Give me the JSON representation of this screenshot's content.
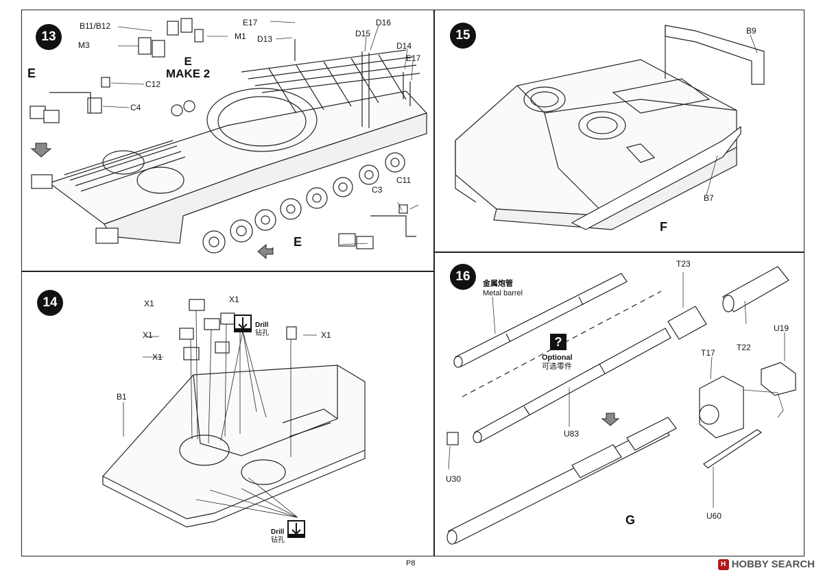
{
  "page_number": "P8",
  "watermark": {
    "brand": "HOBBY SEARCH",
    "logo_letter": "H"
  },
  "step13": {
    "number": "13",
    "make_label_top": "E",
    "make_label_bottom": "MAKE 2",
    "labels": {
      "b11_b12": "B11/B12",
      "m1": "M1",
      "m3": "M3",
      "e17_top": "E17",
      "d13": "D13",
      "d15": "D15",
      "d16": "D16",
      "d14": "D14",
      "e17_right": "E17",
      "e_left": "E",
      "c12": "C12",
      "c4": "C4",
      "c3": "C3",
      "c11": "C11",
      "e_bottom": "E"
    }
  },
  "step14": {
    "number": "14",
    "labels": {
      "x1_a": "X1",
      "x1_b": "X1",
      "x1_c": "X1",
      "x1_d": "X1",
      "x1_e": "X1",
      "b1": "B1"
    },
    "drill_top": {
      "en": "Drill",
      "cn": "钻孔"
    },
    "drill_bottom": {
      "en": "Drill",
      "cn": "钻孔"
    }
  },
  "step15": {
    "number": "15",
    "labels": {
      "b9": "B9",
      "b7": "B7",
      "f": "F"
    }
  },
  "step16": {
    "number": "16",
    "metal_barrel_cn": "金属炮管",
    "metal_barrel_en": "Metal barrel",
    "optional_symbol": "?",
    "optional_en": "Optional",
    "optional_cn": "可选零件",
    "labels": {
      "t23": "T23",
      "t22": "T22",
      "u19": "U19",
      "t17": "T17",
      "u83": "U83",
      "u30": "U30",
      "u60": "U60",
      "g": "G"
    }
  }
}
